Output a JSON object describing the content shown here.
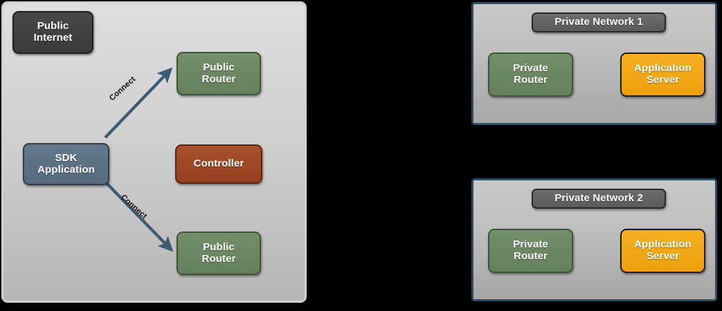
{
  "diagram": {
    "title": "Public Internet / Private Network connectivity diagram",
    "colors": {
      "public_internet_box": "#3f3f3f",
      "network_title_box": "#5f5f5f",
      "router_green": "#6b8a5f",
      "sdk_blue": "#5b7186",
      "controller_rust": "#9c4a28",
      "app_server_orange": "#f0a81e",
      "arrow_slate": "#3d5a73",
      "private_zone_border": "#2d4c66",
      "public_zone_border": "#d2d2d2"
    }
  },
  "public_zone": {
    "label": "Public\nInternet",
    "nodes": {
      "sdk_application": "SDK\nApplication",
      "public_router_top": "Public\nRouter",
      "public_router_bottom": "Public\nRouter",
      "controller": "Controller"
    },
    "edges": [
      {
        "from": "sdk_application",
        "to": "public_router_top",
        "label": "Connect"
      },
      {
        "from": "sdk_application",
        "to": "public_router_bottom",
        "label": "Connect"
      }
    ]
  },
  "private_networks": [
    {
      "title": "Private Network 1",
      "private_router": "Private\nRouter",
      "application_server": "Application\nServer"
    },
    {
      "title": "Private Network 2",
      "private_router": "Private\nRouter",
      "application_server": "Application\nServer"
    }
  ]
}
